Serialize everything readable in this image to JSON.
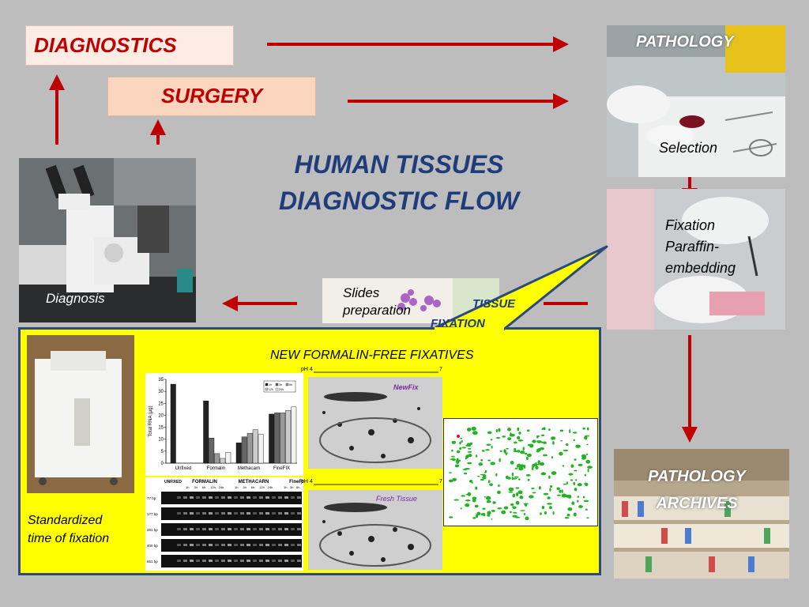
{
  "boxes": {
    "diagnostics": "DIAGNOSTICS",
    "surgery": "SURGERY"
  },
  "title": {
    "line1": "HUMAN TISSUES",
    "line2": "DIAGNOSTIC FLOW"
  },
  "photos": {
    "pathology": "PATHOLOGY",
    "selection": "Selection",
    "fixation": [
      "Fixation",
      "Paraffin-",
      "embedding"
    ],
    "archives": [
      "PATHOLOGY",
      "ARCHIVES"
    ],
    "diagnosis": "Diagnosis",
    "slides": [
      "Slides",
      "preparation"
    ]
  },
  "callout": {
    "line1": "TISSUE",
    "line2": "FIXATION"
  },
  "panel": {
    "title": "NEW FORMALIN-FREE FIXATIVES",
    "standardized": [
      "Standardized",
      "time of fixation"
    ],
    "gel_top_label": "NewFix",
    "gel_bottom_label": "Fresh Tissue",
    "ph_left": "pH 4",
    "ph_right": "7",
    "gel_table": {
      "headers": [
        "UNFIXED",
        "FORMALIN",
        "METHACARN",
        "FineFIX"
      ],
      "rows": [
        "77 bp",
        "177 bp",
        "281 bp",
        "400 bp",
        "651 bp"
      ],
      "times": [
        "1h",
        "3h",
        "6h",
        "12h",
        "24h"
      ]
    }
  },
  "chart_data": {
    "type": "bar",
    "categories": [
      "Unfixed",
      "Formalin",
      "Methacarn",
      "FineFIX"
    ],
    "series": [
      {
        "name": "1h",
        "values": [
          33,
          26,
          8.5,
          20.5
        ]
      },
      {
        "name": "3h",
        "values": [
          null,
          10.5,
          11,
          21
        ]
      },
      {
        "name": "6h",
        "values": [
          null,
          4,
          12.5,
          21
        ]
      },
      {
        "name": "12h",
        "values": [
          null,
          2,
          14,
          22
        ]
      },
      {
        "name": "24h",
        "values": [
          null,
          4.5,
          12,
          23.5
        ]
      }
    ],
    "ylabel": "Total RNA (µg)",
    "ylim": [
      0,
      35
    ],
    "yticks": [
      0,
      5,
      10,
      15,
      20,
      25,
      30,
      35
    ],
    "legend": "top-right",
    "colors": [
      "#222222",
      "#666666",
      "#999999",
      "#cccccc",
      "#f2f2f2"
    ]
  },
  "colors": {
    "accent_red": "#c00000",
    "title_blue": "#1f3d7a",
    "panel_yellow": "#ffff00"
  }
}
